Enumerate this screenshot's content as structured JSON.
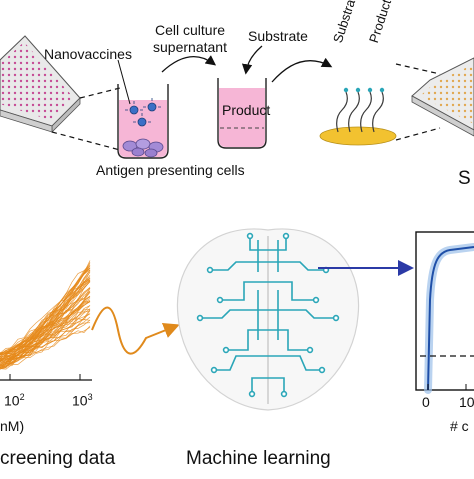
{
  "labels": {
    "nanovaccines": "Nanovaccines",
    "supernatant_line1": "Cell culture",
    "supernatant_line2": "supernatant",
    "substrate_top": "Substrate",
    "product_in_beaker": "Product",
    "antigen_cells": "Antigen presenting cells",
    "substrate_vertical": "Substrate",
    "product_vertical": "Product",
    "right_top_partial": "S",
    "left_tick_1": "10",
    "left_tick_1_exp": "2",
    "left_tick_2": "10",
    "left_tick_2_exp": "3",
    "left_xlabel_partial": "nM)",
    "screening_caption": "creening data",
    "ml_caption": "Machine learning",
    "right_tick_0": "0",
    "right_tick_1": "10",
    "right_xlabel_partial": "# c"
  },
  "colors": {
    "pink_culture": "#f4a9cf",
    "gold_substrate": "#f2c230",
    "orange_curves": "#e68a1a",
    "circuit_teal": "#2aa6b8",
    "blue_plot": "#1f4fa8",
    "arrow_blue": "#2b3aa6",
    "arrow_orange": "#e08a1c"
  },
  "icons": {
    "plate_left": "microplate-icon",
    "plate_right": "microplate-icon",
    "brain": "circuit-brain-icon"
  }
}
